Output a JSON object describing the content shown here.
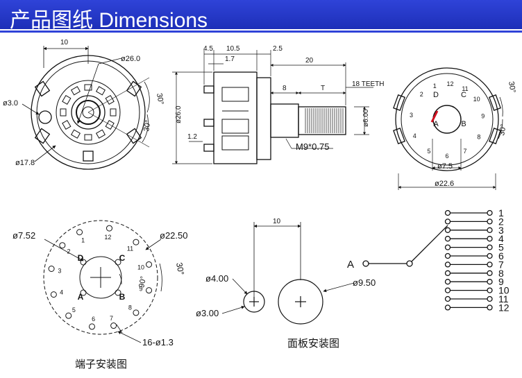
{
  "header": {
    "title": "产品图纸  Dimensions"
  },
  "front": {
    "dim_top": "10",
    "dia_26": "ø26.0",
    "dia_3": "ø3.0",
    "dia_178": "ø17.8",
    "angle_a": "30°",
    "angle_b": "30°"
  },
  "side": {
    "d45": "4.5",
    "d105": "10.5",
    "d25": "2.5",
    "d17": "1.7",
    "d20": "20",
    "d26": "ø26.0",
    "d12": "1.2",
    "d8": "8",
    "dT": "T",
    "teeth": "18 TEETH",
    "d600": "ø6.00",
    "thread": "M9*0.75"
  },
  "rear": {
    "angle_a": "30°",
    "angle_b": "30°",
    "d75": "ø7.5",
    "d226": "ø22.6",
    "numbers": [
      "1",
      "2",
      "3",
      "4",
      "5",
      "6",
      "7",
      "8",
      "9",
      "10",
      "11",
      "12"
    ],
    "poles": [
      "A",
      "B",
      "C",
      "D"
    ]
  },
  "terminal": {
    "caption": "端子安装图",
    "d752": "ø7.52",
    "d2250": "ø22.50",
    "angle30": "30°",
    "angle90": "90°",
    "holes": "16-ø1.3",
    "numbers": [
      "1",
      "2",
      "3",
      "4",
      "5",
      "6",
      "7",
      "8",
      "9",
      "10",
      "11",
      "12"
    ],
    "poles": [
      "A",
      "B",
      "C",
      "D"
    ]
  },
  "panel": {
    "caption": "面板安装图",
    "d10": "10",
    "d400": "ø4.00",
    "d300": "ø3.00",
    "d950": "ø9.50"
  },
  "schematic": {
    "pole": "A",
    "positions": [
      "1",
      "2",
      "3",
      "4",
      "5",
      "6",
      "7",
      "8",
      "9",
      "10",
      "11",
      "12"
    ]
  }
}
